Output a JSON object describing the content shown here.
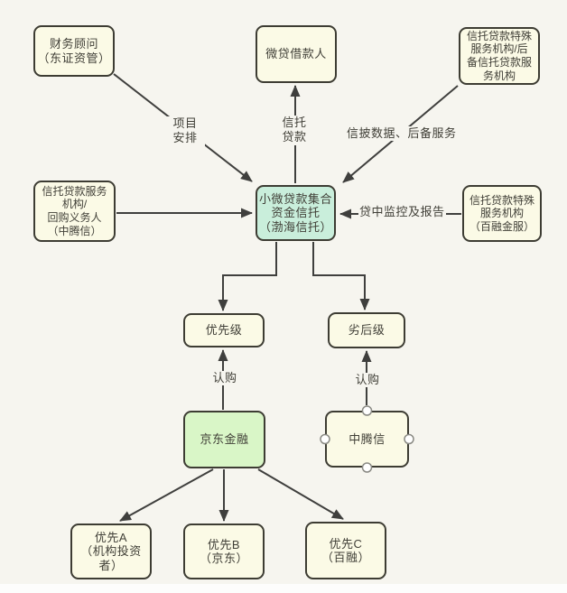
{
  "diagram": {
    "type": "flowchart",
    "description_visible": false
  },
  "colors": {
    "bg": "#f6f5ef",
    "box-cream": "#fbfae6",
    "box-mint": "#c9eedb",
    "box-green": "#d9f6c7",
    "border": "#3d3c33",
    "line": "#3f3f3d",
    "text": "#403f37"
  },
  "nodes": {
    "financial_advisor": {
      "label": "财务顾问\n（东证资管）"
    },
    "micro_loan_borrower": {
      "label": "微贷借款人"
    },
    "special_backup_servicer": {
      "label": "信托贷款特殊\n服务机构/后\n备信托贷款服\n务机构"
    },
    "loan_servicer_repurchaser": {
      "label": "信托贷款服务\n机构/\n回购义务人\n（中腾信）"
    },
    "trust": {
      "label": "小微贷款集合\n资金信托\n（渤海信托）"
    },
    "special_servicer_bairong": {
      "label": "信托贷款特殊\n服务机构\n（百融金服）"
    },
    "senior_tranche": {
      "label": "优先级"
    },
    "junior_tranche": {
      "label": "劣后级"
    },
    "jd_finance": {
      "label": "京东金融"
    },
    "zhongtengxin": {
      "label": "中腾信",
      "selected_with_handles": true
    },
    "senior_a": {
      "label": "优先A\n（机构投资\n者）"
    },
    "senior_b": {
      "label": "优先B\n（京东）"
    },
    "senior_c": {
      "label": "优先C\n（百融）"
    }
  },
  "edge_labels": {
    "project_arrangement": "项目\n安排",
    "trust_loan": "信托\n贷款",
    "disclosure_backup": "信披数据、后备服务",
    "monitoring_report": "贷中监控及报告",
    "subscribe_left": "认购",
    "subscribe_right": "认购"
  }
}
